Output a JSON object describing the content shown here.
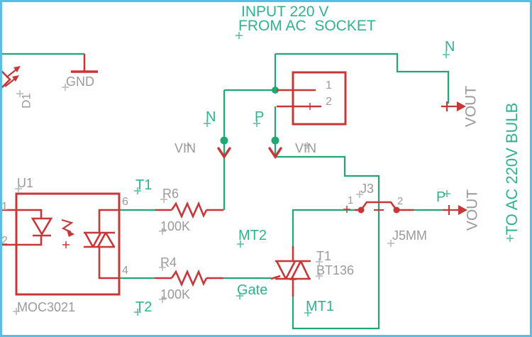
{
  "palette": {
    "wire_green": "#1FA873",
    "teal_text": "#2EB48C",
    "symbol_red": "#C83737",
    "gray_text": "#9A9A9A",
    "border_blue": "#58BEE8",
    "background": "#FFFFFF"
  },
  "annotations": {
    "input_line1": "INPUT 220 V",
    "input_line2": "FROM AC  SOCKET",
    "output_side": "TO AC 220V BULB"
  },
  "labels": {
    "n_top": "N",
    "vout_top": "VOUT",
    "gnd": "GND",
    "d1": "D1",
    "vin_left": "VIN",
    "vin_right": "VIN",
    "n_mid": "N",
    "p_mid": "P",
    "conn_pin1": "1",
    "conn_pin2": "2",
    "u1": "U1",
    "moc_pin1": "1",
    "moc_pin2": "2",
    "moc_pin6": "6",
    "moc_pin4": "4",
    "moc_value": "MOC3021",
    "t1_net": "T1",
    "t2_net": "T2",
    "r6_ref": "R6",
    "r6_val": "100K",
    "r4_ref": "R4",
    "r4_val": "100K",
    "mt2": "MT2",
    "gate": "Gate",
    "mt1": "MT1",
    "triac_ref": "T1",
    "triac_val": "BT136",
    "j3_ref": "J3",
    "j3_pin1": "1",
    "j3_pin2": "2",
    "j3_val": "J5MM",
    "p_right": "P",
    "vout_bottom": "VOUT"
  },
  "components": {
    "optocoupler": {
      "refdes": "U1",
      "value": "MOC3021",
      "pins": [
        "1",
        "2",
        "6",
        "4"
      ]
    },
    "resistor_top": {
      "refdes": "R6",
      "value": "100K"
    },
    "resistor_bottom": {
      "refdes": "R4",
      "value": "100K"
    },
    "triac": {
      "refdes": "T1",
      "value": "BT136",
      "terminals": [
        "MT2",
        "Gate",
        "MT1"
      ]
    },
    "jumper": {
      "refdes": "J3",
      "value": "J5MM",
      "pins": [
        "1",
        "2"
      ]
    },
    "ac_connector": {
      "pins": [
        "1",
        "2"
      ]
    },
    "led": {
      "refdes": "D1"
    },
    "ground": "GND"
  },
  "nets": [
    "N",
    "P",
    "VIN",
    "VOUT",
    "T1",
    "T2",
    "Gate",
    "MT1",
    "MT2",
    "GND"
  ]
}
